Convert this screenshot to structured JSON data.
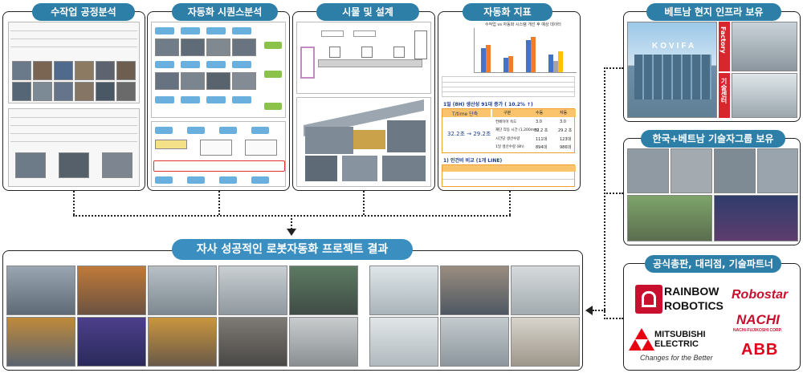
{
  "panels": {
    "manual_analysis": {
      "title": "수작업 공정분석"
    },
    "automation_rights": {
      "title": "자동화 시퀀스분석"
    },
    "prototype": {
      "title": "시물 및 설계"
    },
    "automation_index": {
      "title": "자동화 지표",
      "chart_caption": "수작업 vs 자동화 시스템 개선 후 예상 데이터",
      "line1": "1일 (8H) 생산성 91대 증가 ( 10.2% ↑)",
      "tt_label": "T/time 단축",
      "tt_value": "32.2초 → 29.2초",
      "col_div": "구분",
      "col_manual": "수동",
      "col_auto": "자동",
      "rows": [
        {
          "label": "컨베이어 속도",
          "manual": "3.0",
          "auto": "3.0"
        },
        {
          "label": "재단 작동 시간 (1,200mm)",
          "manual": "32.2 초",
          "auto": "29.2 초"
        },
        {
          "label": "시간당 생산수량",
          "manual": "111대",
          "auto": "123대"
        },
        {
          "label": "1일 생산수량 (8h)",
          "manual": "894대",
          "auto": "986대"
        }
      ],
      "line2": "1) 인건비 비교 (1개 LINE)"
    },
    "infra": {
      "title": "베트남 현지 인프라 보유",
      "building_sign": "KOVIFA",
      "factory_label": "Factory",
      "center_label": "기술센터"
    },
    "tech_group": {
      "title": "한국+베트남 기술자그룹 보유"
    },
    "partners": {
      "title": "공식총판, 대리점, 기술파트너",
      "logos": {
        "rainbow_line1": "RAINBOW",
        "rainbow_line2": "ROBOTICS",
        "robostar": "Robostar",
        "mitsubishi_line1": "MITSUBISHI",
        "mitsubishi_line2": "ELECTRIC",
        "mitsubishi_tagline": "Changes for the Better",
        "nachi": "NACHI",
        "nachi_sub": "NACHI-FUJIKOSHI CORP.",
        "abb": "ABB"
      }
    },
    "results": {
      "title": "자사 성공적인 로봇자동화 프로젝트 결과"
    }
  },
  "colors": {
    "pill": "#2e7fa8",
    "rainbow_red": "#c8102e",
    "abb_red": "#e2001a",
    "mitsubishi_red": "#e60012"
  }
}
